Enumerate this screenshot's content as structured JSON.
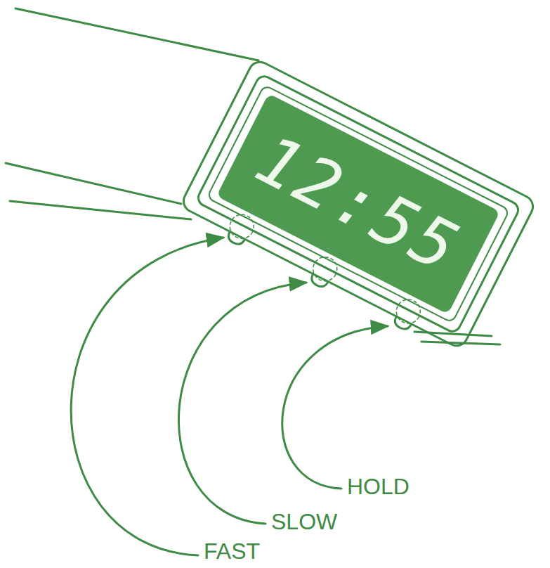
{
  "diagram": {
    "nodes": [
      {
        "text": [
          "12:55"
        ]
      }
    ],
    "labels": [
      "HOLD",
      "SLOW",
      "FAST"
    ]
  }
}
